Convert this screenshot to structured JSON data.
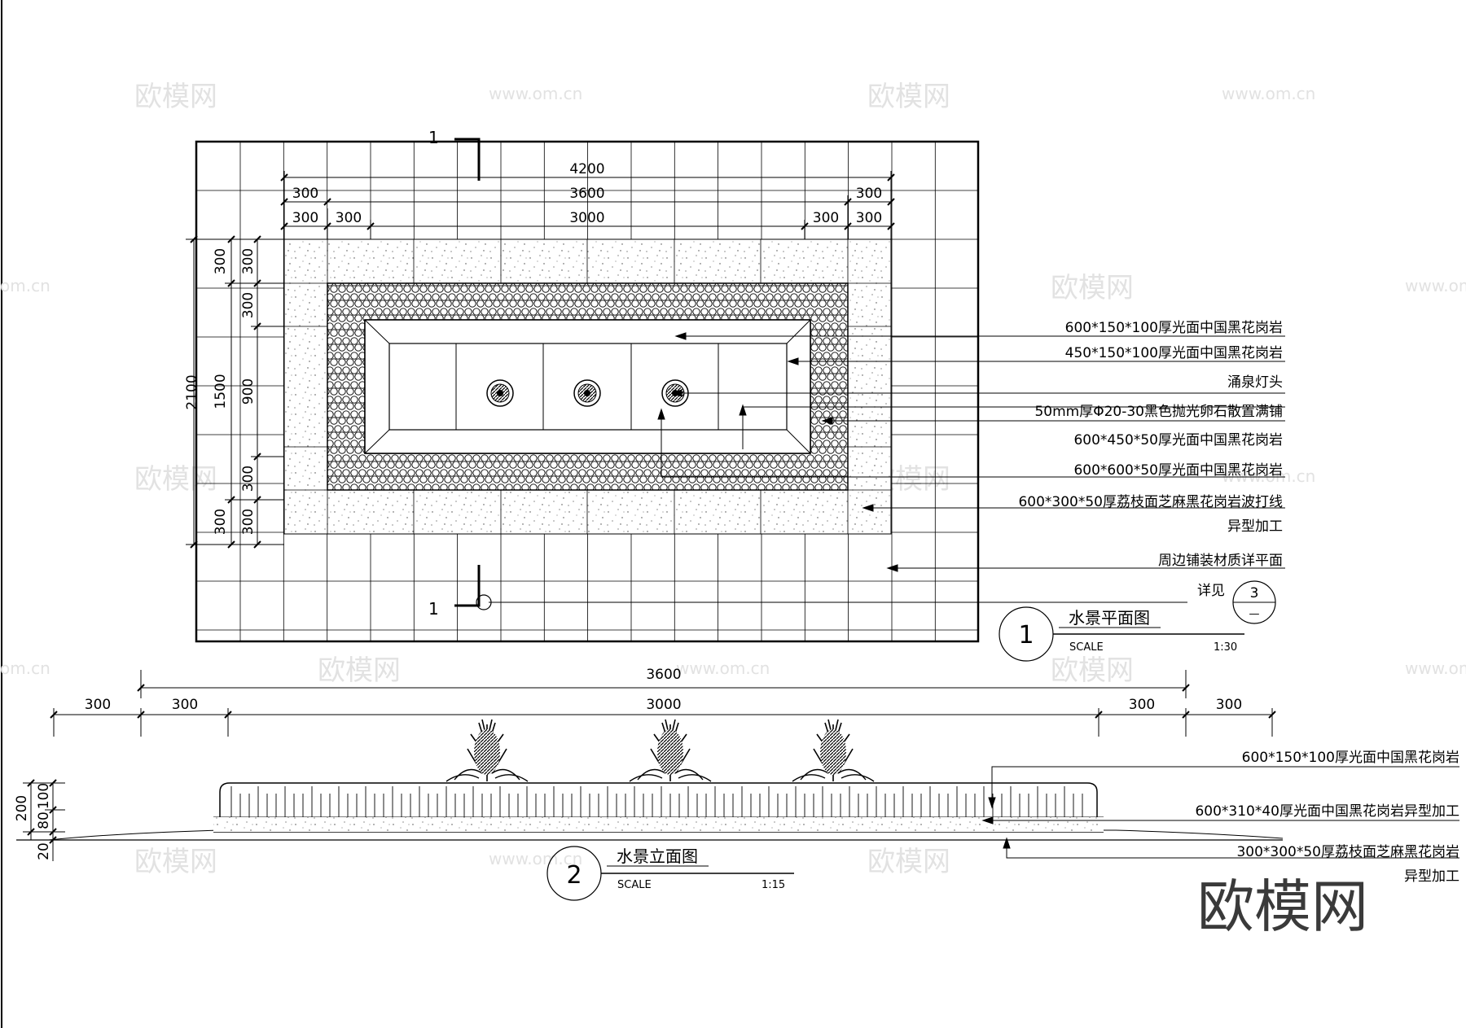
{
  "watermarks": [
    "欧模网",
    "www.om.cn",
    "om.cn"
  ],
  "brand_logo": "欧模网",
  "plan": {
    "title": "水景平面图",
    "number": "1",
    "scale_label": "SCALE",
    "scale_value": "1:30",
    "section_mark": "1",
    "detail_ref_label": "详见",
    "detail_ref_number": "3",
    "detail_ref_sheet": "—",
    "dims_top": {
      "overall": "4200",
      "row2": [
        "300",
        "3600",
        "300"
      ],
      "row3": [
        "300",
        "300",
        "3000",
        "300",
        "300"
      ]
    },
    "dims_left": {
      "overall": "2100",
      "col2": [
        "300",
        "1500",
        "300"
      ],
      "col3": [
        "300",
        "300",
        "900",
        "300",
        "300"
      ]
    },
    "callouts": [
      "600*150*100厚光面中国黑花岗岩",
      "450*150*100厚光面中国黑花岗岩",
      "涌泉灯头",
      "50mm厚Φ20-30黑色抛光卵石散置满铺",
      "600*450*50厚光面中国黑花岗岩",
      "600*600*50厚光面中国黑花岗岩",
      "600*300*50厚荔枝面芝麻黑花岗岩波打线",
      "异型加工",
      "周边铺装材质详平面"
    ]
  },
  "elevation": {
    "title": "水景立面图",
    "number": "2",
    "scale_label": "SCALE",
    "scale_value": "1:15",
    "dims_top": {
      "overall": "3600",
      "row2": [
        "300",
        "300",
        "3000",
        "300",
        "300"
      ]
    },
    "dims_left": [
      "200",
      "80",
      "100",
      "20"
    ],
    "callouts": [
      "600*150*100厚光面中国黑花岗岩",
      "600*310*40厚光面中国黑花岗岩异型加工",
      "300*300*50厚荔枝面芝麻黑花岗岩",
      "异型加工"
    ]
  }
}
